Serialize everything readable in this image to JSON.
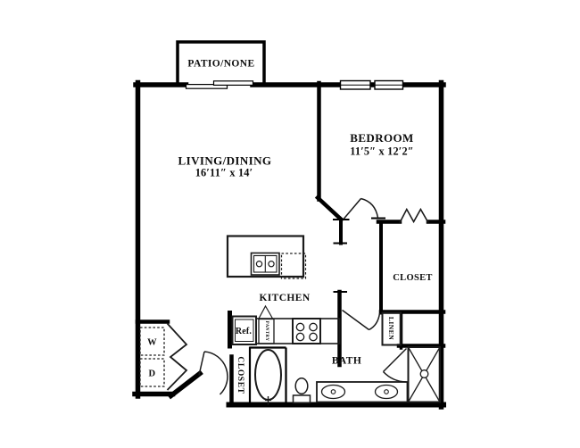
{
  "floorplan": {
    "rooms": {
      "patio": {
        "label": "PATIO/NONE"
      },
      "living": {
        "label": "LIVING/DINING",
        "dims": "16′11″ x 14′"
      },
      "bedroom": {
        "label": "BEDROOM",
        "dims": "11′5″ x 12′2″"
      },
      "kitchen": {
        "label": "KITCHEN"
      },
      "bath": {
        "label": "BATH"
      },
      "bedroom_closet": {
        "label": "CLOSET"
      },
      "hall_closet": {
        "label": "CLOSET"
      },
      "linen": {
        "label": "LINEN"
      },
      "pantry": {
        "label": "PANTRY"
      }
    },
    "appliances": {
      "refrigerator": {
        "label": "Ref."
      },
      "washer": {
        "label": "W"
      },
      "dryer": {
        "label": "D"
      }
    },
    "fixtures": [
      "sliding-patio-door",
      "bedroom-window",
      "kitchen-island-sink",
      "range-stove",
      "bathtub",
      "toilet",
      "double-vanity-sinks",
      "shower",
      "bifold-doors"
    ],
    "colors": {
      "line": "#000000",
      "background": "#ffffff",
      "text": "#0d0d0d"
    }
  }
}
